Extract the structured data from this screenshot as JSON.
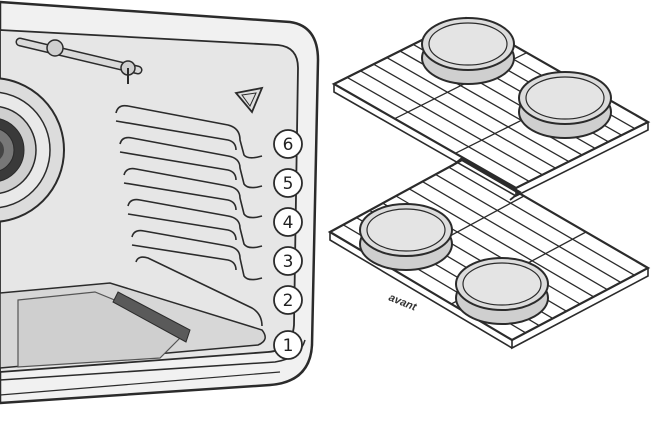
{
  "illustration": {
    "subject": "oven interior with rack positions and two racks holding round pans",
    "colors": {
      "line": "#2b2b2b",
      "oven_wall": "#e6e6e6",
      "oven_floor": "#d7d7d7",
      "pan_fill": "#dcdcdc",
      "heating_element": "#5a5a5a"
    }
  },
  "rack_positions": {
    "labels": [
      "6",
      "5",
      "4",
      "3",
      "2",
      "1"
    ]
  },
  "racks": {
    "front_label": "avant"
  }
}
